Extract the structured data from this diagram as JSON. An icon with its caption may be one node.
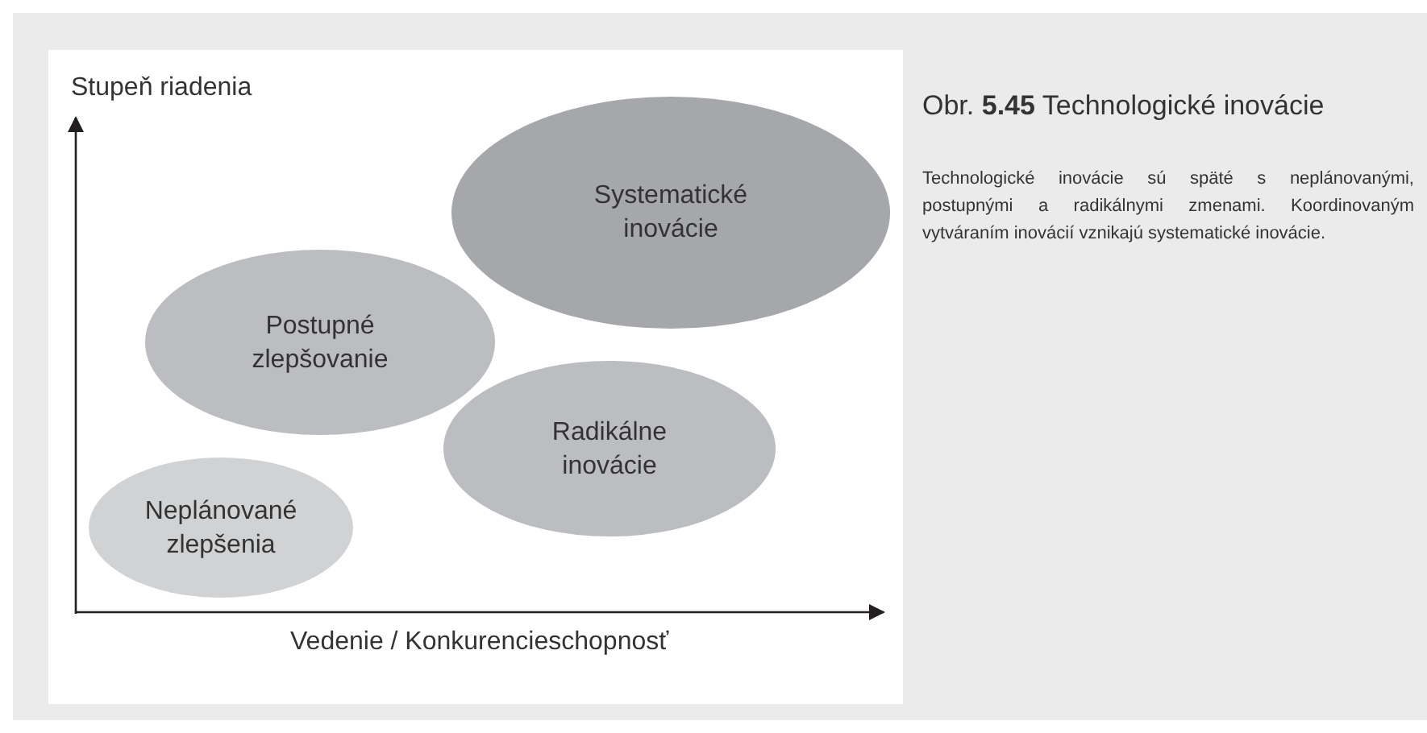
{
  "diagram": {
    "title": "Obr. **5.45** Technologické inovácie",
    "caption": "Technologické inovácie sú späté s neplánovanými, postupnými a radikálnymi zmenami. Koordinovaným vytváraním inovácií vznikajú systematické inovácie.",
    "nodes": [
      {
        "text": [
          "Systematické inovácie"
        ]
      },
      {
        "text": [
          "Postupné zlepšovanie"
        ]
      },
      {
        "text": [
          "Radikálne inovácie"
        ]
      },
      {
        "text": [
          "Neplánované zlepšenia"
        ]
      }
    ],
    "labels": [
      "Stupeň riadenia",
      "Vedenie / Konkurencieschopnosť"
    ]
  }
}
